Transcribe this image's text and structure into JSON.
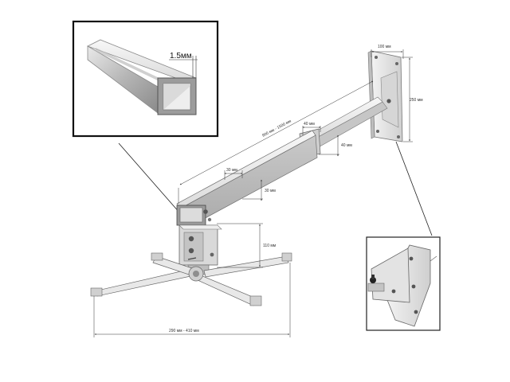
{
  "colors": {
    "background": "#ffffff",
    "metal_light": "#eeeeee",
    "metal_mid": "#d4d4d4",
    "metal_dark": "#9a9a9a",
    "outline": "#555555",
    "dimension_line": "#333333",
    "frame": "#111111"
  },
  "detail_profile": {
    "thickness_label": "1.5мм"
  },
  "dimensions": {
    "plate_width": "100 мм",
    "plate_height": "250 мм",
    "arm_length": "900 мм - 1500 мм",
    "inner_tube_width": "40 мм",
    "inner_tube_height": "40 мм",
    "outer_tube_width": "30 мм",
    "outer_tube_height": "30 мм",
    "joint_height": "110 мм",
    "base_span": "290 мм - 410 мм"
  },
  "icons": {
    "profile_detail": "square-tube-cross-section-icon",
    "wall_bracket_detail": "wall-bracket-closeup-icon"
  }
}
